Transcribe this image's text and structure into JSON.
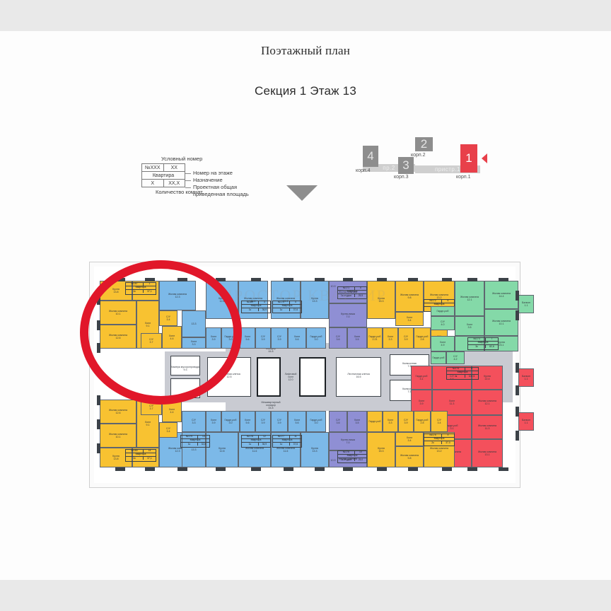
{
  "page": {
    "title": "Поэтажный план",
    "subtitle": "Секция 1 Этаж 13",
    "watermark": "ПРОСТОР КВАРТИР"
  },
  "legend": {
    "top_label": "Условный номер",
    "bottom_label": "Количество комнат",
    "cells": {
      "number": "№XXX",
      "floor_number": "XX",
      "purpose": "Квартира",
      "rooms": "X",
      "area": "XX,X"
    },
    "descriptions": [
      "Номер на этаже",
      "Назначение",
      "Проектная общая",
      "приведенная площадь"
    ]
  },
  "building_selector": {
    "blocks": [
      {
        "num": "4",
        "caption": "корп.4"
      },
      {
        "num": "3",
        "caption": "корп.3"
      },
      {
        "num": "2",
        "caption": "корп.2"
      },
      {
        "num": "1",
        "caption": "корп.1",
        "active": true
      }
    ],
    "links": [
      {
        "label": "пр.2"
      },
      {
        "label": "пристр.1"
      }
    ]
  },
  "plan": {
    "common": {
      "corridor_top": {
        "name": "Межквартирный",
        "name2": "коридор",
        "area": "44.8"
      },
      "corridor_bottom": {
        "name": "Межквартирный",
        "name2": "коридор",
        "area": "44.8"
      },
      "stair_left": {
        "name": "Лестничная клетка",
        "area": "12.5"
      },
      "stair_right": {
        "name": "Лестничная клетка",
        "area": "16.5"
      },
      "lift_hall": {
        "name": "Лифтовой",
        "name2": "холл",
        "area": "12.0"
      },
      "garbage": {
        "name": "Камера мусоропровода",
        "area": "9.3"
      },
      "stroller_1": {
        "name": "Колясочная",
        "area": "7.3"
      },
      "stroller_2": {
        "name": "Колясочная",
        "area": "7.3"
      }
    },
    "apartments": [
      {
        "id": "apt-167",
        "number": "№167",
        "floor_no": "1",
        "purpose": "Квартира",
        "rooms": "2к",
        "area": "37,1",
        "color": "#f8c231",
        "spaces": [
          {
            "name": "Кухня",
            "area": "13.8"
          },
          {
            "name": "Жилая комната",
            "area": "10.1"
          },
          {
            "name": "Жилая комната",
            "area": "12.6"
          },
          {
            "name": "Холл",
            "area": "9.1"
          },
          {
            "name": "С/У",
            "area": "3.4"
          },
          {
            "name": "С/У",
            "area": "3.7"
          },
          {
            "name": "Холл",
            "area": "4.4"
          }
        ]
      },
      {
        "id": "apt-168",
        "number": "№168",
        "floor_no": "2",
        "purpose": "Квартира",
        "rooms": "1к",
        "area": "32,8",
        "color": "#7cb9e8",
        "spaces": [
          {
            "name": "Жилая комната",
            "area": "12.3"
          },
          {
            "name": "Кухня",
            "area": "13.3"
          },
          {
            "name": "Холл",
            "area": "3.3"
          },
          {
            "name": "С/У",
            "area": "3.3"
          }
        ]
      },
      {
        "id": "apt-169",
        "number": "№169",
        "floor_no": "3",
        "purpose": "Квартира",
        "rooms": "1к",
        "area": "36,9",
        "color": "#7cb9e8",
        "spaces": [
          {
            "name": "Кухня",
            "area": "12.8"
          },
          {
            "name": "Жилая комната",
            "area": "11.6"
          },
          {
            "name": "Холл",
            "area": "3.9"
          },
          {
            "name": "Гарде-роб",
            "area": "3.0"
          },
          {
            "name": "Холл",
            "area": "5.6"
          },
          {
            "name": "С/У",
            "area": "3.9"
          }
        ]
      },
      {
        "id": "apt-170",
        "number": "№170",
        "floor_no": "4",
        "purpose": "Квартира",
        "rooms": "1к",
        "area": "37,6",
        "color": "#7cb9e8",
        "spaces": [
          {
            "name": "Жилая комната",
            "area": "11.6"
          },
          {
            "name": "Кухня",
            "area": "13.3"
          },
          {
            "name": "С/У",
            "area": "3.9"
          },
          {
            "name": "Холл",
            "area": "5.6"
          },
          {
            "name": "Гарде-роб",
            "area": "3.0"
          }
        ]
      },
      {
        "id": "apt-171",
        "number": "№171",
        "floor_no": "5",
        "purpose": "Квартира",
        "rooms": "1к-студия",
        "area": "25,5",
        "color": "#8f8fd4",
        "spaces": [
          {
            "name": "Жилая комната",
            "area": "10.9"
          },
          {
            "name": "Кухня-ниша",
            "area": "7.0"
          },
          {
            "name": "С/У",
            "area": "3.6"
          },
          {
            "name": "Холл",
            "area": "3.5"
          }
        ]
      },
      {
        "id": "apt-172",
        "number": "№172",
        "floor_no": "6",
        "purpose": "Квартира",
        "rooms": "2к",
        "area": "37,0",
        "color": "#f8c231",
        "spaces": [
          {
            "name": "Кухня",
            "area": "15.3"
          },
          {
            "name": "Жилая комната",
            "area": "9.8"
          },
          {
            "name": "Жилая комната",
            "area": "13.2"
          },
          {
            "name": "Холл",
            "area": "3.4"
          },
          {
            "name": "Холл",
            "area": "3.3"
          },
          {
            "name": "С/У",
            "area": "3.9"
          },
          {
            "name": "Гарде-роб",
            "area": "2.21"
          },
          {
            "name": "Гарде-роб",
            "area": "2.8"
          },
          {
            "name": "С/У",
            "area": "3.4"
          }
        ]
      },
      {
        "id": "apt-173",
        "number": "№173",
        "floor_no": "7",
        "purpose": "Квартира",
        "rooms": "3к",
        "area": "82,6",
        "color": "#84d9a8",
        "spaces": [
          {
            "name": "Жилая комната",
            "area": "12.1"
          },
          {
            "name": "Жилая комната",
            "area": "14.4"
          },
          {
            "name": "Жилая комната",
            "area": "10.1"
          },
          {
            "name": "Кухня",
            "area": "23.1"
          },
          {
            "name": "Холл",
            "area": "3.5"
          },
          {
            "name": "Холл",
            "area": "4.9"
          },
          {
            "name": "Гарде-роб",
            "area": "2.3"
          },
          {
            "name": "Гарде-роб",
            "area": "2.9"
          },
          {
            "name": "С/У",
            "area": "4.0"
          },
          {
            "name": "С/У",
            "area": "4.2"
          },
          {
            "name": "Балкон",
            "area": "1.1"
          }
        ]
      },
      {
        "id": "apt-174",
        "number": "№174",
        "floor_no": "8",
        "purpose": "Квартира",
        "rooms": "4к",
        "area": "102,5",
        "color": "#f4505c",
        "spaces": [
          {
            "name": "Кухня",
            "area": "22.4"
          },
          {
            "name": "Жилая комната",
            "area": "12.1"
          },
          {
            "name": "Жилая комната",
            "area": "11.3"
          },
          {
            "name": "Жилая комната",
            "area": "13.1"
          },
          {
            "name": "Жилая комната",
            "area": "11.9"
          },
          {
            "name": "Холл",
            "area": "11.3"
          },
          {
            "name": "Холл",
            "area": "3.9"
          },
          {
            "name": "С/У",
            "area": "4.4"
          },
          {
            "name": "С/У",
            "area": "4.1"
          },
          {
            "name": "Гарде-роб",
            "area": "3.1"
          },
          {
            "name": "Гарде-роб",
            "area": "3.1"
          },
          {
            "name": "Балкон",
            "area": "1.1"
          },
          {
            "name": "Балкон",
            "area": "1.1"
          }
        ]
      },
      {
        "id": "apt-175",
        "number": "№175",
        "floor_no": "9",
        "purpose": "Квартира",
        "rooms": "2к",
        "area": "37,0",
        "color": "#f8c231",
        "spaces": [
          {
            "name": "Жилая комната",
            "area": "13.2"
          },
          {
            "name": "Жилая комната",
            "area": "9.8"
          },
          {
            "name": "Кухня",
            "area": "15.3"
          },
          {
            "name": "Холл",
            "area": "3.4"
          },
          {
            "name": "Холл",
            "area": "3.3"
          },
          {
            "name": "С/У",
            "area": "3.9"
          },
          {
            "name": "С/У",
            "area": "3.4"
          },
          {
            "name": "Гарде-роб",
            "area": "2.8"
          },
          {
            "name": "Гарде-роб",
            "area": "2.2"
          }
        ]
      },
      {
        "id": "apt-176",
        "number": "№176",
        "floor_no": "10",
        "purpose": "Квартира",
        "rooms": "1к-студия",
        "area": "25,0",
        "color": "#8f8fd4",
        "spaces": [
          {
            "name": "Жилая комната",
            "area": "10.9"
          },
          {
            "name": "Кухня-ниша",
            "area": "7.0"
          },
          {
            "name": "С/У",
            "area": "3.6"
          },
          {
            "name": "Холл",
            "area": "3.5"
          }
        ]
      },
      {
        "id": "apt-177",
        "number": "№177",
        "floor_no": "11",
        "purpose": "Квартира",
        "rooms": "1к",
        "area": "37,6",
        "color": "#7cb9e8",
        "spaces": [
          {
            "name": "Жилая комната",
            "area": "11.6"
          },
          {
            "name": "Кухня",
            "area": "13.3"
          },
          {
            "name": "С/У",
            "area": "3.9"
          },
          {
            "name": "Холл",
            "area": "5.6"
          },
          {
            "name": "Гарде-роб",
            "area": "3.0"
          }
        ]
      },
      {
        "id": "apt-178",
        "number": "№178",
        "floor_no": "12",
        "purpose": "Квартира",
        "rooms": "1к",
        "area": "36,9",
        "color": "#7cb9e8",
        "spaces": [
          {
            "name": "Жилая комната",
            "area": "11.6"
          },
          {
            "name": "Кухня",
            "area": "12.8"
          },
          {
            "name": "С/У",
            "area": "3.9"
          },
          {
            "name": "Холл",
            "area": "3.9"
          },
          {
            "name": "Гарде-роб",
            "area": "3.0"
          },
          {
            "name": "Холл",
            "area": "5.6"
          }
        ]
      },
      {
        "id": "apt-179",
        "number": "№179",
        "floor_no": "13",
        "purpose": "Квартира",
        "rooms": "1к",
        "area": "32,8",
        "color": "#7cb9e8",
        "spaces": [
          {
            "name": "Жилая комната",
            "area": "12.3"
          },
          {
            "name": "Кухня",
            "area": "13.3"
          },
          {
            "name": "С/У",
            "area": "3.3"
          }
        ]
      },
      {
        "id": "apt-180",
        "number": "№180",
        "floor_no": "14",
        "purpose": "Квартира",
        "rooms": "2к",
        "area": "37,1",
        "color": "#f8c231",
        "spaces": [
          {
            "name": "Кухня",
            "area": "13.8"
          },
          {
            "name": "Жилая комната",
            "area": "10.1"
          },
          {
            "name": "Жилая комната",
            "area": "12.6"
          },
          {
            "name": "Холл",
            "area": "9.1"
          },
          {
            "name": "С/У",
            "area": "3.4"
          },
          {
            "name": "С/У",
            "area": "3.7"
          },
          {
            "name": "Холл",
            "area": "4.4"
          }
        ]
      }
    ]
  }
}
